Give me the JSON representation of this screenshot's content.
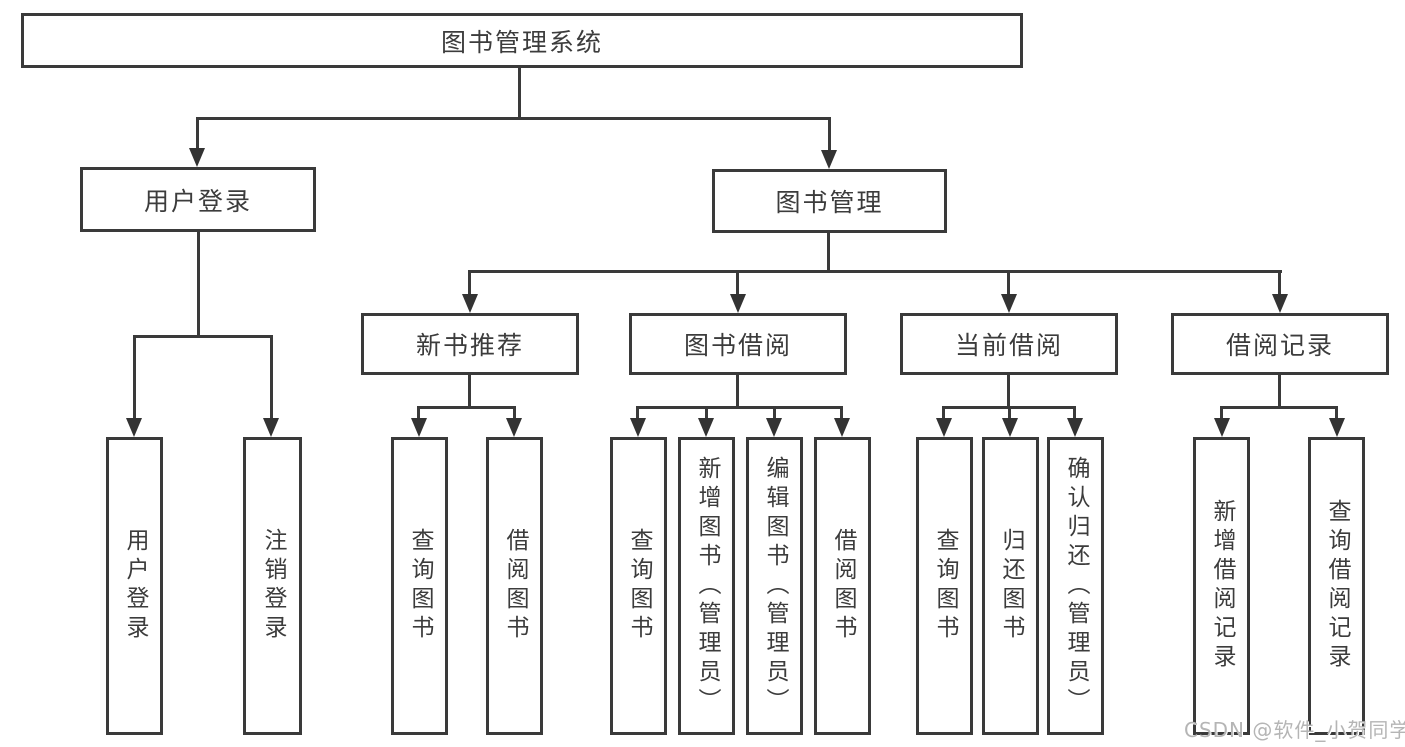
{
  "colors": {
    "background": "#ffffff",
    "line": "#3a3a3a",
    "text": "#3c3c3c",
    "watermark": "#b5b5b5"
  },
  "diagram_type": "hierarchy-tree",
  "root": {
    "label": "图书管理系统"
  },
  "level2": {
    "user_login": {
      "label": "用户登录"
    },
    "book_mgmt": {
      "label": "图书管理"
    }
  },
  "level3": {
    "new_rec": {
      "label": "新书推荐"
    },
    "book_borrow": {
      "label": "图书借阅"
    },
    "current_borrow": {
      "label": "当前借阅"
    },
    "borrow_record": {
      "label": "借阅记录"
    }
  },
  "leaves": {
    "login": "用户登录",
    "logout": "注销登录",
    "rec_query": "查询图书",
    "rec_borrow": "借阅图书",
    "bb_query": "查询图书",
    "bb_add": "新增图书（管理员）",
    "bb_edit": "编辑图书（管理员）",
    "bb_borrow": "借阅图书",
    "cb_query": "查询图书",
    "cb_return": "归还图书",
    "cb_confirm": "确认归还（管理员）",
    "br_add": "新增借阅记录",
    "br_query": "查询借阅记录"
  },
  "watermark": {
    "text": "CSDN @软件_小贺同学"
  }
}
